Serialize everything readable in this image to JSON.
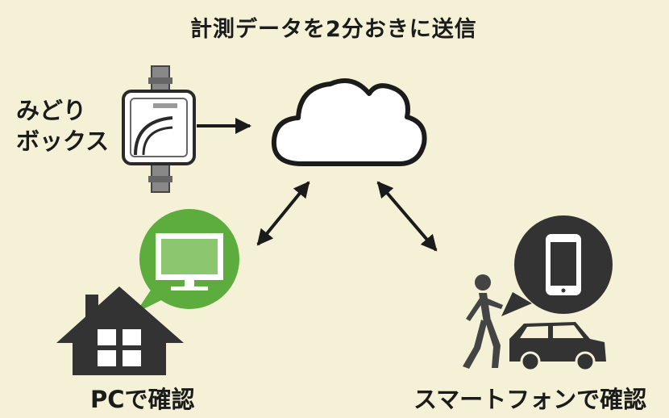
{
  "title": "計測データを2分おきに送信",
  "box_label": {
    "line1": "みどり",
    "line2": "ボックス"
  },
  "pc_label": "PCで確認",
  "smartphone_label": "スマートフォンで確認",
  "colors": {
    "background": "#f4f1d6",
    "green": "#5cad3e",
    "dark": "#333333",
    "screen_green": "#8cc66f"
  }
}
